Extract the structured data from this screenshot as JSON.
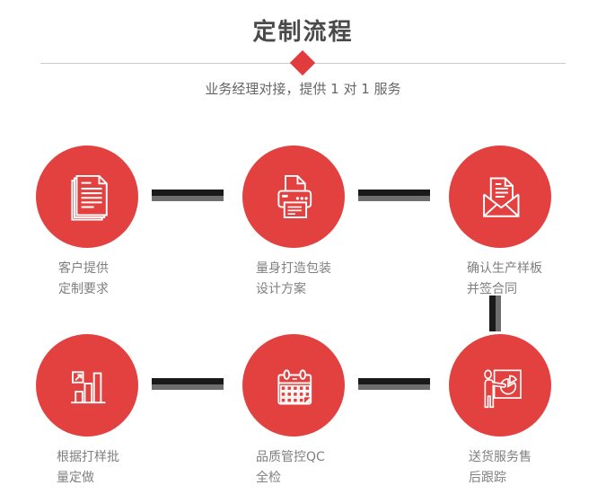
{
  "header": {
    "title": "定制流程",
    "subtitle": "业务经理对接，提供 1 对 1 服务"
  },
  "colors": {
    "accent_red": "#e2413f",
    "diamond_red": "#e13b3d",
    "title_gray": "#4a4a4a",
    "subtitle_gray": "#666666",
    "label_gray": "#7f7f7f",
    "connector_dark": "#1a1a1a",
    "connector_gray": "#6e6e6e",
    "divider_gray": "#cbcbcb"
  },
  "steps": [
    {
      "icon": "documents-icon",
      "label_line1": "客户提供",
      "label_line2": "定制要求"
    },
    {
      "icon": "printer-icon",
      "label_line1": "量身打造包装",
      "label_line2": "设计方案"
    },
    {
      "icon": "envelope-icon",
      "label_line1": "确认生产样板",
      "label_line2": "并签合同"
    },
    {
      "icon": "bar-chart-icon",
      "label_line1": "根据打样批",
      "label_line2": "量定做"
    },
    {
      "icon": "calendar-icon",
      "label_line1": "品质管控QC",
      "label_line2": "全检"
    },
    {
      "icon": "presentation-icon",
      "label_line1": "送货服务售",
      "label_line2": "后跟踪"
    }
  ]
}
